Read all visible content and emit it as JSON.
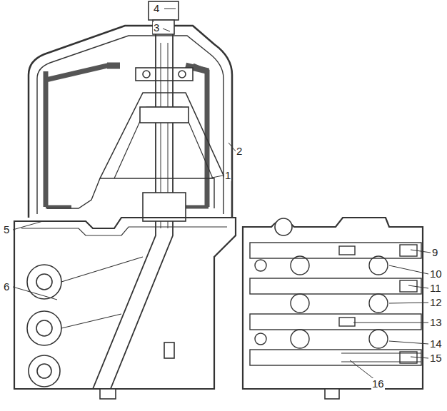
{
  "diagram": {
    "labels": [
      "4",
      "3",
      "2",
      "1",
      "5",
      "6",
      "9",
      "10",
      "11",
      "12",
      "13",
      "14",
      "15",
      "16"
    ]
  }
}
